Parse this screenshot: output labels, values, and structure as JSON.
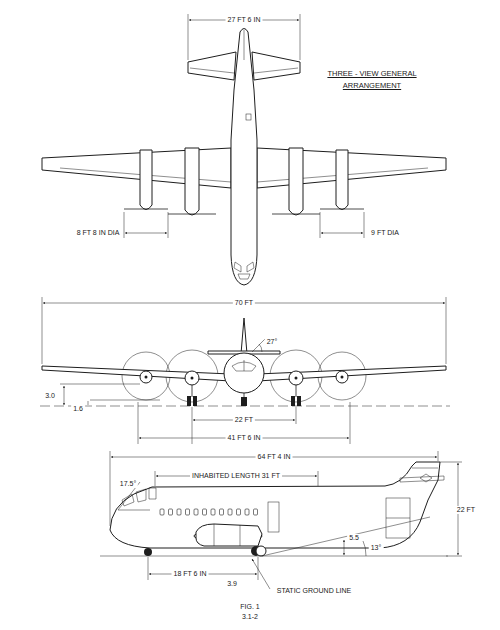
{
  "diagram": {
    "title": "THREE - VIEW GENERAL ARRANGEMENT",
    "caption": "FIG. 1 3.1-2",
    "labels": [
      "27 FT 6 IN",
      "8 FT 8 IN DIA",
      "9 FT DIA",
      "70 FT",
      "27°",
      "3.0",
      "1.6",
      "22 FT",
      "41 FT 6 IN",
      "64 FT 4 IN",
      "INHABITED LENGTH 31 FT",
      "17.5°",
      "22 FT",
      "5.5",
      "13°",
      "18 FT 6 IN",
      "3.9",
      "STATIC GROUND LINE"
    ]
  }
}
